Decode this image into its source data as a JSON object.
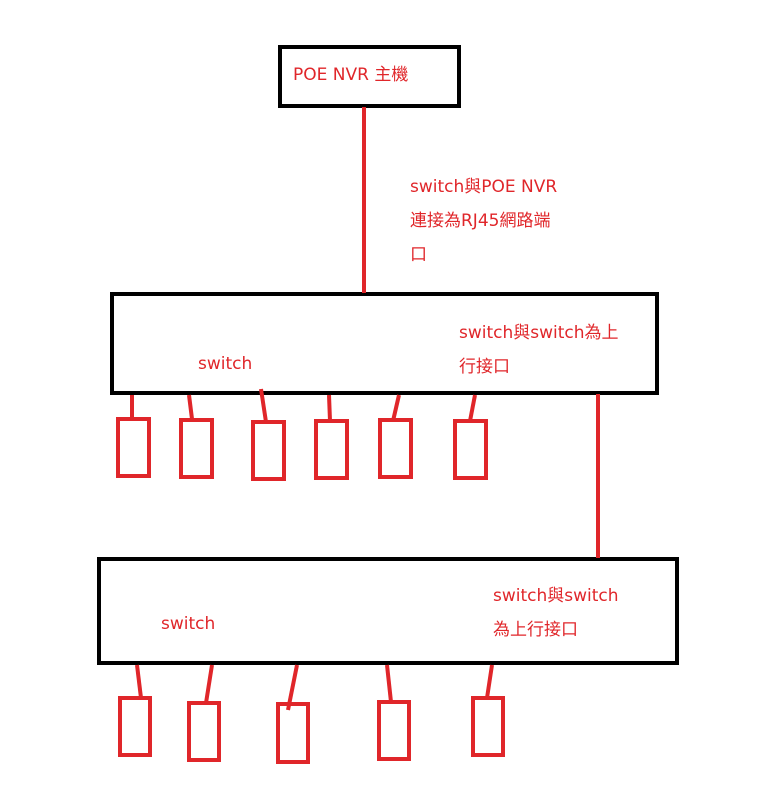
{
  "nvr": {
    "label": "POE NVR 主機"
  },
  "nvr_link_note": {
    "line1": "switch與POE NVR",
    "line2": "連接為RJ45網路端",
    "line3": "口"
  },
  "switch1": {
    "label": "switch",
    "note_line1": "switch與switch為上",
    "note_line2": "行接口"
  },
  "switch2": {
    "label": "switch",
    "note_line1": "switch與switch",
    "note_line2": "為上行接口"
  },
  "colors": {
    "line": "#e0262a",
    "box": "#000000"
  }
}
